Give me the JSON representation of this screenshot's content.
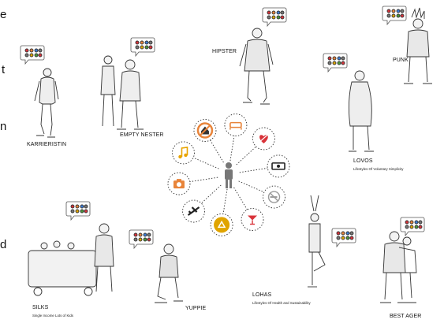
{
  "edge_text": [
    "e",
    "t",
    "n",
    "d"
  ],
  "personas": [
    {
      "key": "karrieristin",
      "label": "KARRIERISTIN",
      "sublabel": ""
    },
    {
      "key": "empty-nester",
      "label": "EMPTY NESTER",
      "sublabel": ""
    },
    {
      "key": "hipster",
      "label": "HIPSTER",
      "sublabel": ""
    },
    {
      "key": "punk",
      "label": "PUNK",
      "sublabel": ""
    },
    {
      "key": "lovos",
      "label": "LOVOS",
      "sublabel": "Lifestyles Of Voluntary Simplicity"
    },
    {
      "key": "silks",
      "label": "SILKS",
      "sublabel": "Single Income Lots of Kids"
    },
    {
      "key": "yuppie",
      "label": "YUPPIE",
      "sublabel": ""
    },
    {
      "key": "lohas",
      "label": "LOHAS",
      "sublabel": "Lifestyles Of Health and Sustainability"
    },
    {
      "key": "best-ager",
      "label": "BEST AGER",
      "sublabel": ""
    }
  ],
  "hub": {
    "center_icon": "person-icon",
    "spokes": [
      {
        "icon": "house-icon",
        "color": "#e8843a"
      },
      {
        "icon": "sofa-icon",
        "color": "#e8843a"
      },
      {
        "icon": "heart-icon",
        "color": "#d9333a"
      },
      {
        "icon": "money-icon",
        "color": "#222222"
      },
      {
        "icon": "no-smoking-icon",
        "color": "#9a9a9a"
      },
      {
        "icon": "cocktail-icon",
        "color": "#d9333a"
      },
      {
        "icon": "recycle-icon",
        "color": "#e0a400"
      },
      {
        "icon": "airplane-icon",
        "color": "#222222"
      },
      {
        "icon": "camera-icon",
        "color": "#e8843a"
      },
      {
        "icon": "music-icon",
        "color": "#e8a400"
      }
    ]
  }
}
